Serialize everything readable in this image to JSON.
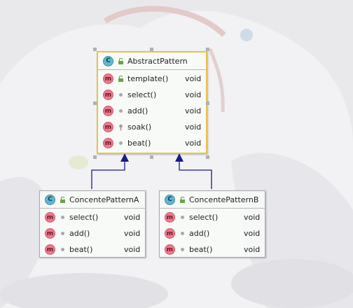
{
  "colors": {
    "arrow": "#1a1a8c",
    "selection": "#e8c24a",
    "class_badge": "#5fb7cf",
    "method_badge": "#ee7a8c"
  },
  "abstract_class": {
    "name": "AbstractPattern",
    "methods": [
      {
        "name": "template()",
        "type": "void",
        "visibility": "public"
      },
      {
        "name": "select()",
        "type": "void",
        "visibility": "private"
      },
      {
        "name": "add()",
        "type": "void",
        "visibility": "private"
      },
      {
        "name": "soak()",
        "type": "void",
        "visibility": "protected"
      },
      {
        "name": "beat()",
        "type": "void",
        "visibility": "private"
      }
    ]
  },
  "class_a": {
    "name": "ConcentePatternA",
    "methods": [
      {
        "name": "select()",
        "type": "void"
      },
      {
        "name": "add()",
        "type": "void"
      },
      {
        "name": "beat()",
        "type": "void"
      }
    ]
  },
  "class_b": {
    "name": "ConcentePatternB",
    "methods": [
      {
        "name": "select()",
        "type": "void"
      },
      {
        "name": "add()",
        "type": "void"
      },
      {
        "name": "beat()",
        "type": "void"
      }
    ]
  },
  "icons": {
    "class": "c-badge",
    "method": "m-badge",
    "public": "unlock-icon",
    "private": "dot",
    "protected": "key-icon"
  }
}
